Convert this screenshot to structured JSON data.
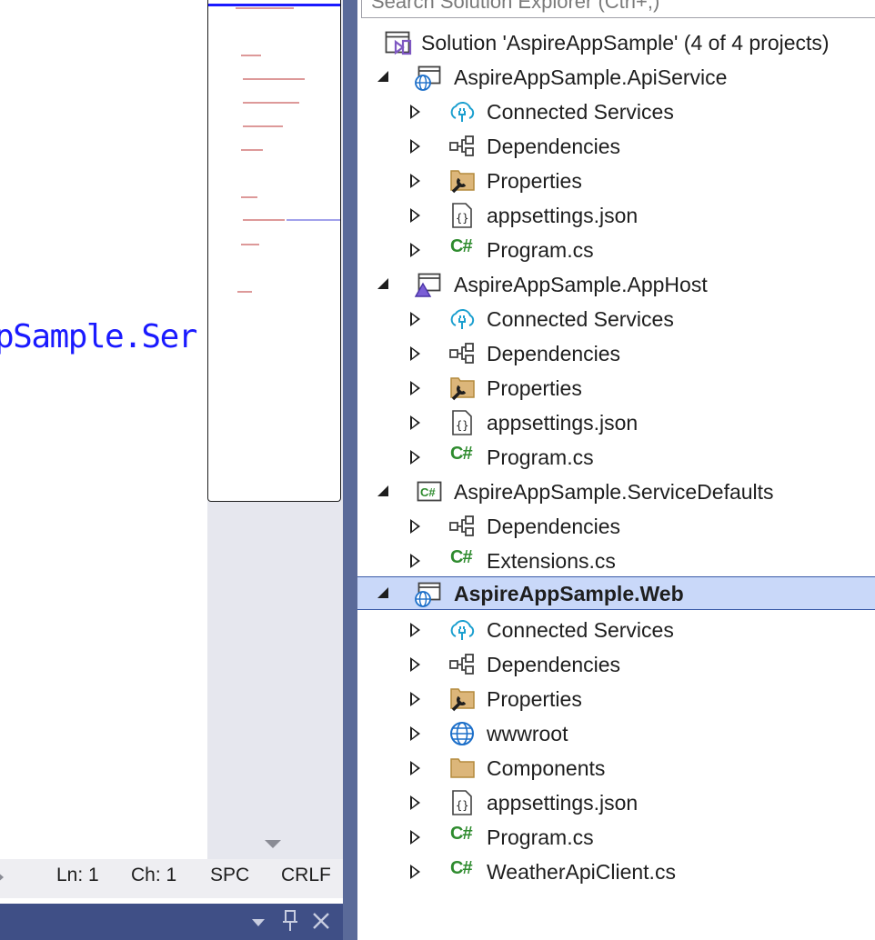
{
  "editor": {
    "code_fragment": "pSample.Ser"
  },
  "status_bar": {
    "line": "Ln: 1",
    "char": "Ch: 1",
    "spacing": "SPC",
    "line_ending": "CRLF"
  },
  "tool_window": {
    "icons": [
      "chevron-down-icon",
      "pin-icon",
      "close-icon"
    ]
  },
  "solution_explorer": {
    "search_placeholder": "Search Solution Explorer (Ctrl+;)",
    "solution_label": "Solution 'AspireAppSample' (4 of 4 projects)",
    "projects": [
      {
        "name": "AspireAppSample.ApiService",
        "icon": "web-project-icon",
        "expanded": true,
        "items": [
          {
            "label": "Connected Services",
            "icon": "connected-services-icon"
          },
          {
            "label": "Dependencies",
            "icon": "dependencies-icon"
          },
          {
            "label": "Properties",
            "icon": "properties-icon"
          },
          {
            "label": "appsettings.json",
            "icon": "json-file-icon"
          },
          {
            "label": "Program.cs",
            "icon": "csharp-file-icon"
          }
        ]
      },
      {
        "name": "AspireAppSample.AppHost",
        "icon": "apphost-project-icon",
        "expanded": true,
        "items": [
          {
            "label": "Connected Services",
            "icon": "connected-services-icon"
          },
          {
            "label": "Dependencies",
            "icon": "dependencies-icon"
          },
          {
            "label": "Properties",
            "icon": "properties-icon"
          },
          {
            "label": "appsettings.json",
            "icon": "json-file-icon"
          },
          {
            "label": "Program.cs",
            "icon": "csharp-file-icon"
          }
        ]
      },
      {
        "name": "AspireAppSample.ServiceDefaults",
        "icon": "csharp-project-icon",
        "expanded": true,
        "items": [
          {
            "label": "Dependencies",
            "icon": "dependencies-icon"
          },
          {
            "label": "Extensions.cs",
            "icon": "csharp-file-icon"
          }
        ]
      },
      {
        "name": "AspireAppSample.Web",
        "icon": "web-project-icon",
        "expanded": true,
        "selected": true,
        "items": [
          {
            "label": "Connected Services",
            "icon": "connected-services-icon"
          },
          {
            "label": "Dependencies",
            "icon": "dependencies-icon"
          },
          {
            "label": "Properties",
            "icon": "properties-icon"
          },
          {
            "label": "wwwroot",
            "icon": "globe-icon"
          },
          {
            "label": "Components",
            "icon": "folder-icon"
          },
          {
            "label": "appsettings.json",
            "icon": "json-file-icon"
          },
          {
            "label": "Program.cs",
            "icon": "csharp-file-icon"
          },
          {
            "label": "WeatherApiClient.cs",
            "icon": "csharp-file-icon"
          }
        ]
      }
    ]
  },
  "colors": {
    "selection": "#c9d8f9",
    "selection_border": "#3a5ba8",
    "splitter": "#5a6a99",
    "tool_header": "#3f4f86",
    "code_text": "#1a1aff",
    "csharp_icon": "#2e8b2e"
  }
}
